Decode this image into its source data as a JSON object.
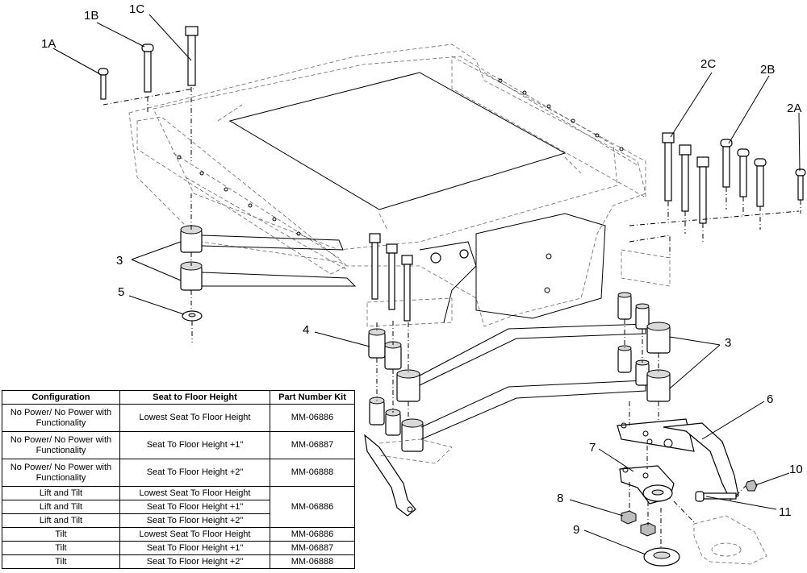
{
  "callouts": {
    "c1A": "1A",
    "c1B": "1B",
    "c1C": "1C",
    "c2A": "2A",
    "c2B": "2B",
    "c2C": "2C",
    "c3L": "3",
    "c3R": "3",
    "c4": "4",
    "c5": "5",
    "c6": "6",
    "c7": "7",
    "c8": "8",
    "c9": "9",
    "c10": "10",
    "c11": "11"
  },
  "table": {
    "headers": [
      "Configuration",
      "Seat to Floor Height",
      "Part Number Kit"
    ],
    "rows": [
      {
        "config": "No Power/ No Power with Functionality",
        "height": "Lowest Seat To Floor Height",
        "kit": "MM-06886"
      },
      {
        "config": "No Power/ No Power with Functionality",
        "height": "Seat To Floor Height +1\"",
        "kit": "MM-06887"
      },
      {
        "config": "No Power/ No Power with Functionality",
        "height": "Seat To Floor Height +2\"",
        "kit": "MM-06888"
      },
      {
        "config": "Lift and Tilt",
        "height": "Lowest Seat To Floor Height",
        "kit": "MM-06886"
      },
      {
        "config": "Lift and Tilt",
        "height": "Seat To Floor Height +1\""
      },
      {
        "config": "Lift and Tilt",
        "height": "Seat To Floor Height +2\""
      },
      {
        "config": "Tilt",
        "height": "Lowest Seat To Floor Height",
        "kit": "MM-06886"
      },
      {
        "config": "Tilt",
        "height": "Seat To Floor Height +1\"",
        "kit": "MM-06887"
      },
      {
        "config": "Tilt",
        "height": "Seat To Floor Height +2\"",
        "kit": "MM-06888"
      }
    ]
  }
}
